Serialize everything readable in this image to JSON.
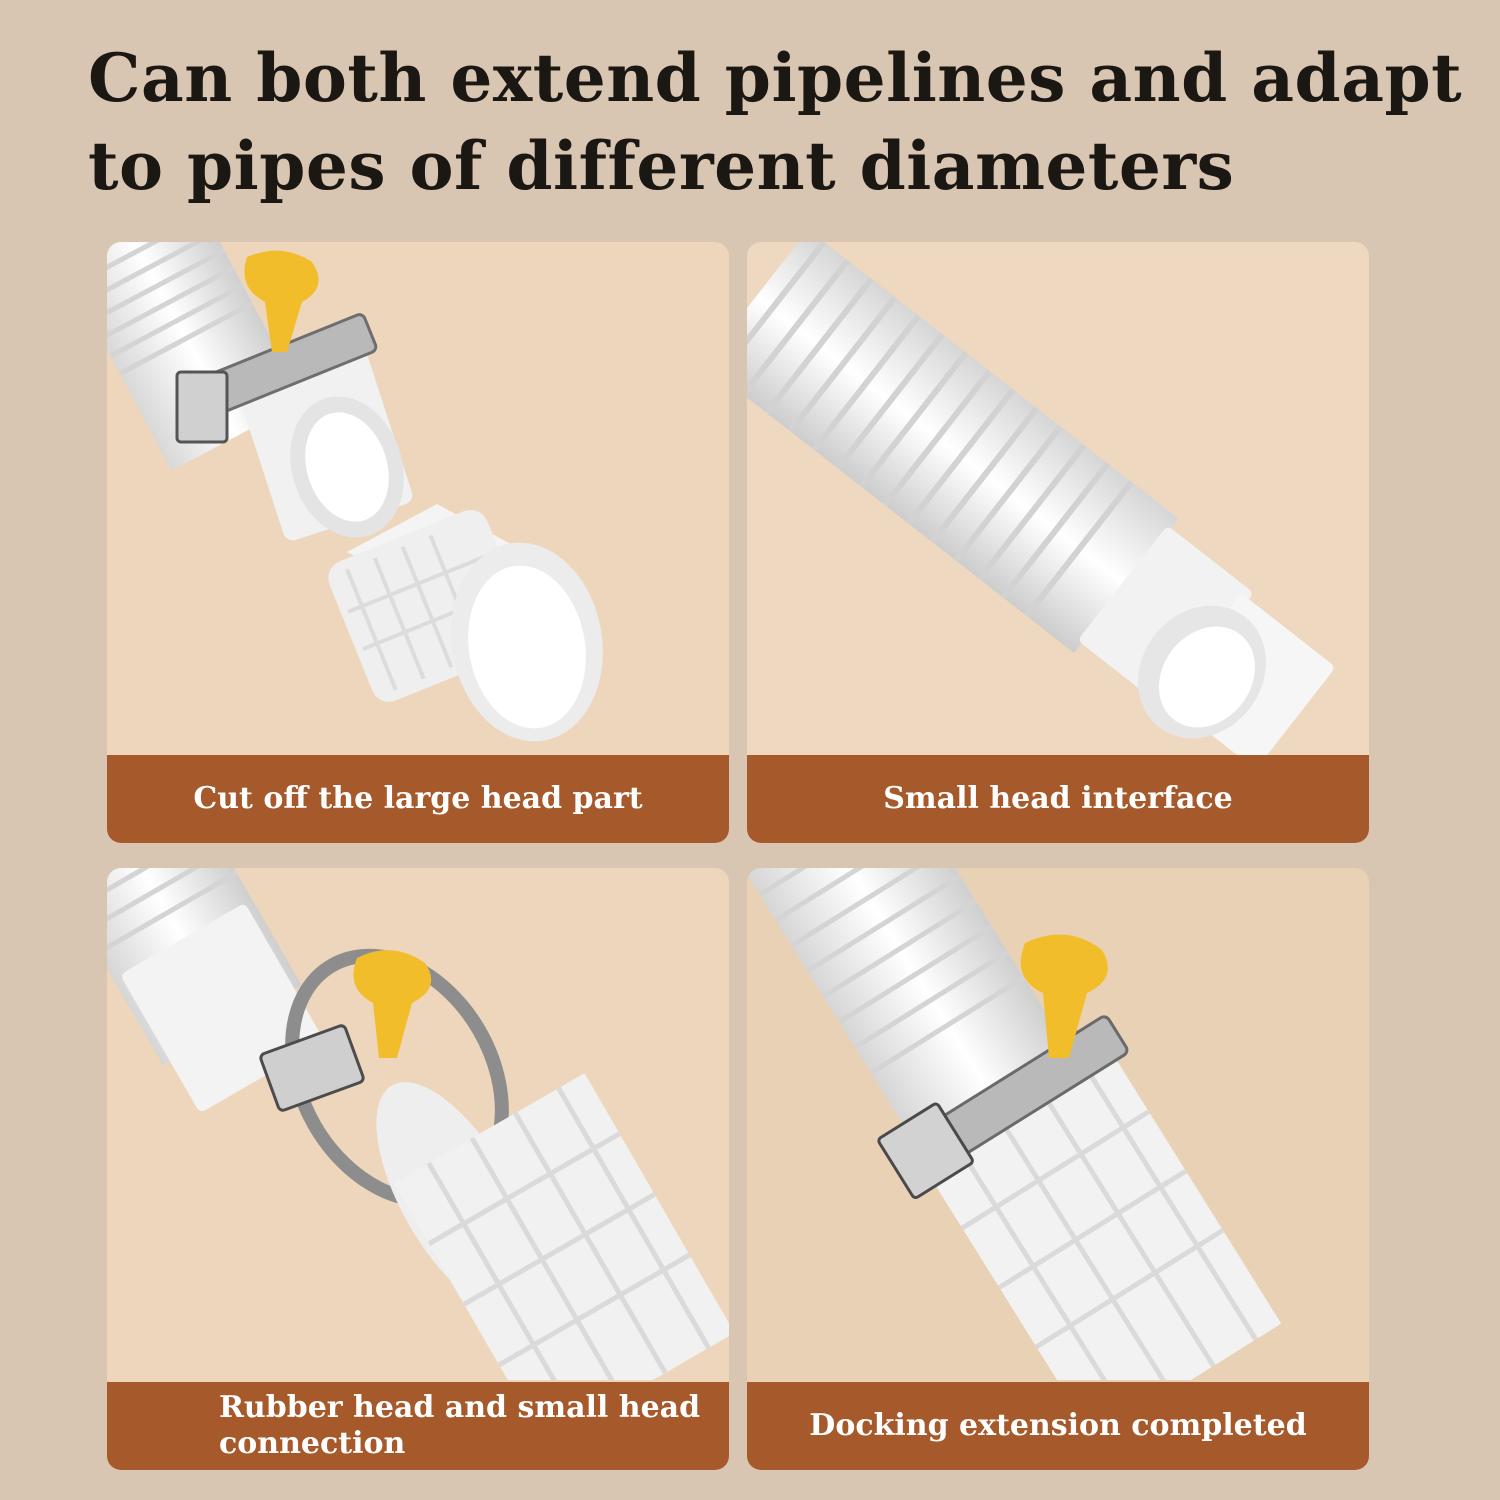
{
  "headline": "Can both extend pipelines and adapt to pipes of different diameters",
  "panels": [
    {
      "caption": "Cut off the large head part"
    },
    {
      "caption": "Small head interface"
    },
    {
      "caption": "Rubber head and small head connection"
    },
    {
      "caption": "Docking extension completed"
    }
  ],
  "colors": {
    "background": "#d9c6b2",
    "panel": "#edd6bb",
    "caption_bar": "#a6592a",
    "caption_text": "#ffffff",
    "hose": "#f3f3f3",
    "clamp_key": "#f2bd2b",
    "clamp_band": "#b9b9b9"
  }
}
